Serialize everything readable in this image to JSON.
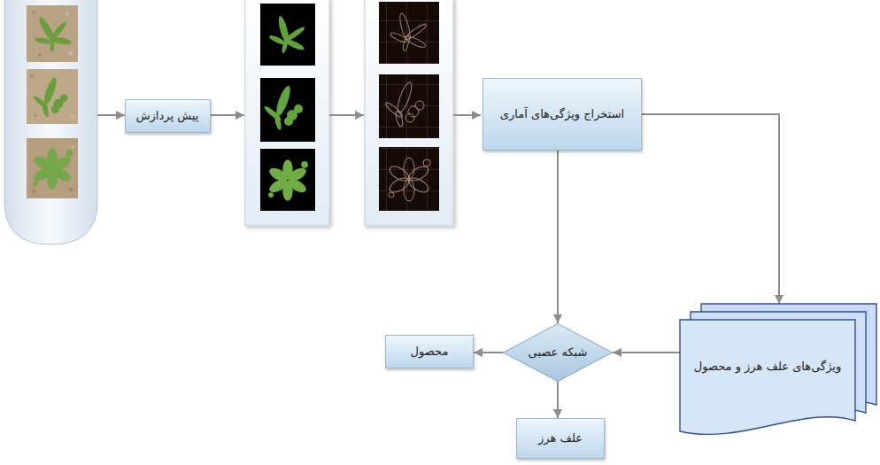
{
  "diagram": {
    "nodes": [
      {
        "text": [
          "پیش پردازش"
        ]
      },
      {
        "text": [
          "استخراج ویژگی‌های آماری"
        ]
      },
      {
        "text": [
          "ویژگی‌های علف هرز و محصول"
        ]
      },
      {
        "text": [
          "شبکه عصبی"
        ]
      },
      {
        "text": [
          "محصول"
        ]
      },
      {
        "text": [
          "علف هرز"
        ]
      }
    ],
    "edges": [
      {
        "from": 1,
        "to": 2,
        "arrow": "to"
      },
      {
        "from": 1,
        "to": 3,
        "arrow": "to"
      },
      {
        "from": 2,
        "to": 3,
        "arrow": "to"
      },
      {
        "from": 3,
        "to": 4,
        "arrow": "to"
      },
      {
        "from": 3,
        "to": 5,
        "arrow": "to"
      }
    ]
  }
}
